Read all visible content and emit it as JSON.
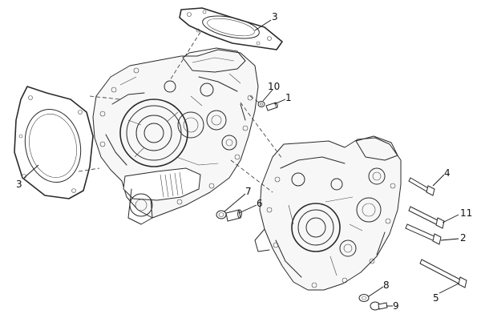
{
  "callouts": [
    {
      "id": "c3top",
      "label": "3"
    },
    {
      "id": "c3left",
      "label": "3"
    },
    {
      "id": "c10",
      "label": "10"
    },
    {
      "id": "c1",
      "label": "1"
    },
    {
      "id": "c7",
      "label": "7"
    },
    {
      "id": "c6",
      "label": "6"
    },
    {
      "id": "c4",
      "label": "4"
    },
    {
      "id": "c11",
      "label": "11"
    },
    {
      "id": "c2",
      "label": "2"
    },
    {
      "id": "c5",
      "label": "5"
    },
    {
      "id": "c8",
      "label": "8"
    },
    {
      "id": "c9",
      "label": "9"
    }
  ]
}
